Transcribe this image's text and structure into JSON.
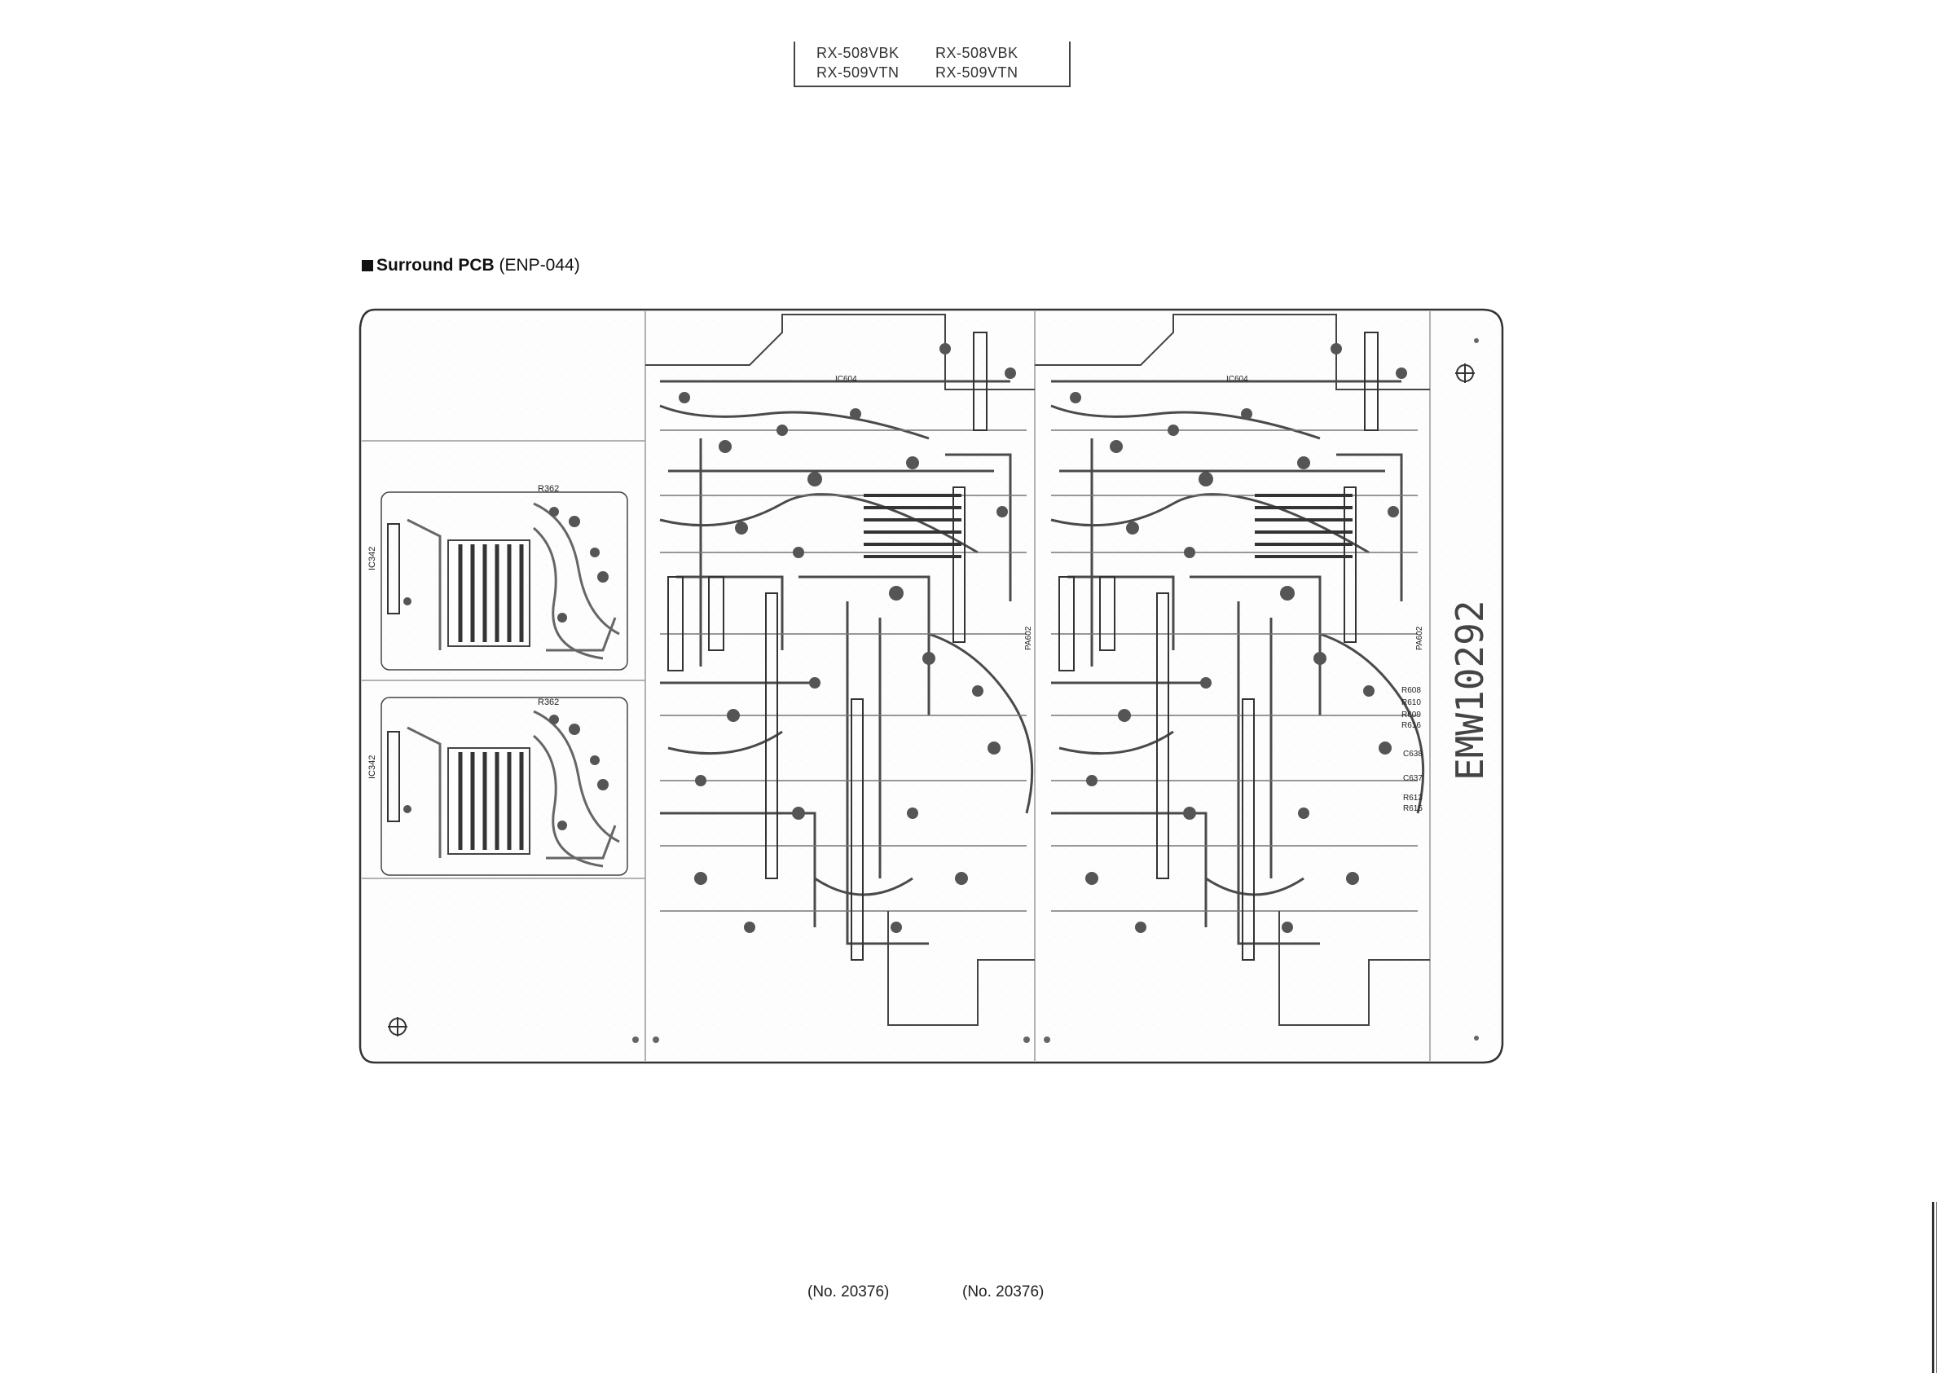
{
  "header": {
    "models_left": [
      "RX-508VBK",
      "RX-509VTN"
    ],
    "models_right": [
      "RX-508VBK",
      "RX-509VTN"
    ]
  },
  "section": {
    "title_bold": "Surround PCB",
    "title_sub": "(ENP-044)"
  },
  "board": {
    "part_number": "EMW10292",
    "labels": {
      "ic_top": "IC342",
      "ic_bottom": "IC342",
      "r362_top": "R362",
      "r362_bottom": "R362",
      "ic604_left": "IC604",
      "ic604_right": "IC604",
      "pa602_left": "PA602",
      "pa602_right": "PA602",
      "r608": "R608",
      "r610": "R610",
      "r609": "R609",
      "r616": "R616",
      "c638": "C638",
      "c637": "C637",
      "r613": "R613",
      "r615": "R615"
    }
  },
  "footer": {
    "page_left": "(No. 20376)",
    "page_right": "(No. 20376)"
  },
  "colors": {
    "ink": "#222222",
    "trace": "#4a4a4a",
    "pad": "#555555"
  }
}
